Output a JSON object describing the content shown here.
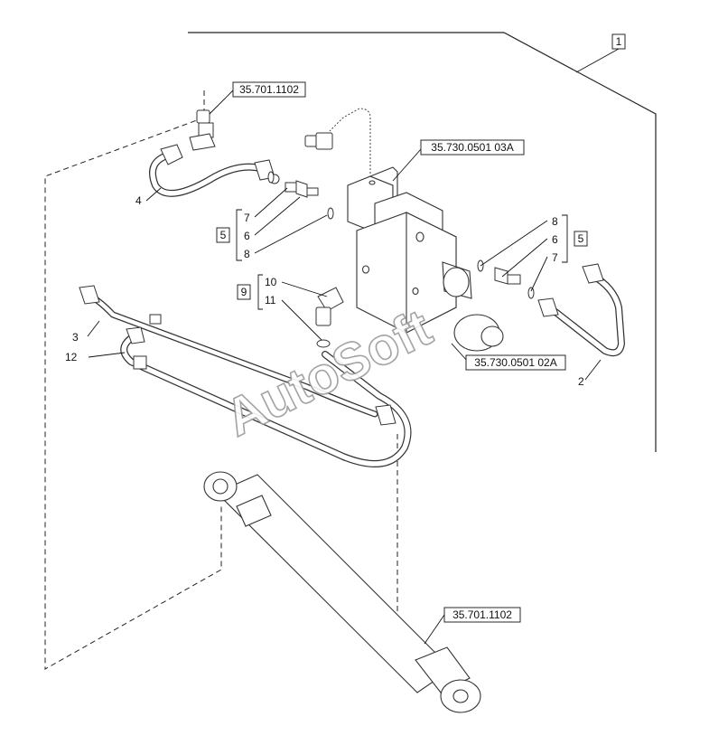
{
  "watermark": "AutoSoft",
  "refs": {
    "top_left": "35.701.1102",
    "valve_top": "35.730.0501 03A",
    "valve_bottom": "35.730.0501 02A",
    "cylinder": "35.701.1102"
  },
  "boxed_items": {
    "assembly": "1",
    "left_group": "5",
    "right_group": "5",
    "elbow_group": "9"
  },
  "callouts": {
    "tube_right": "2",
    "tube_left_upper": "3",
    "tube_top": "4",
    "left_group_items": [
      "7",
      "6",
      "8"
    ],
    "right_group_items": [
      "8",
      "6",
      "7"
    ],
    "elbow_items": [
      "10",
      "11"
    ],
    "hose": "12"
  }
}
